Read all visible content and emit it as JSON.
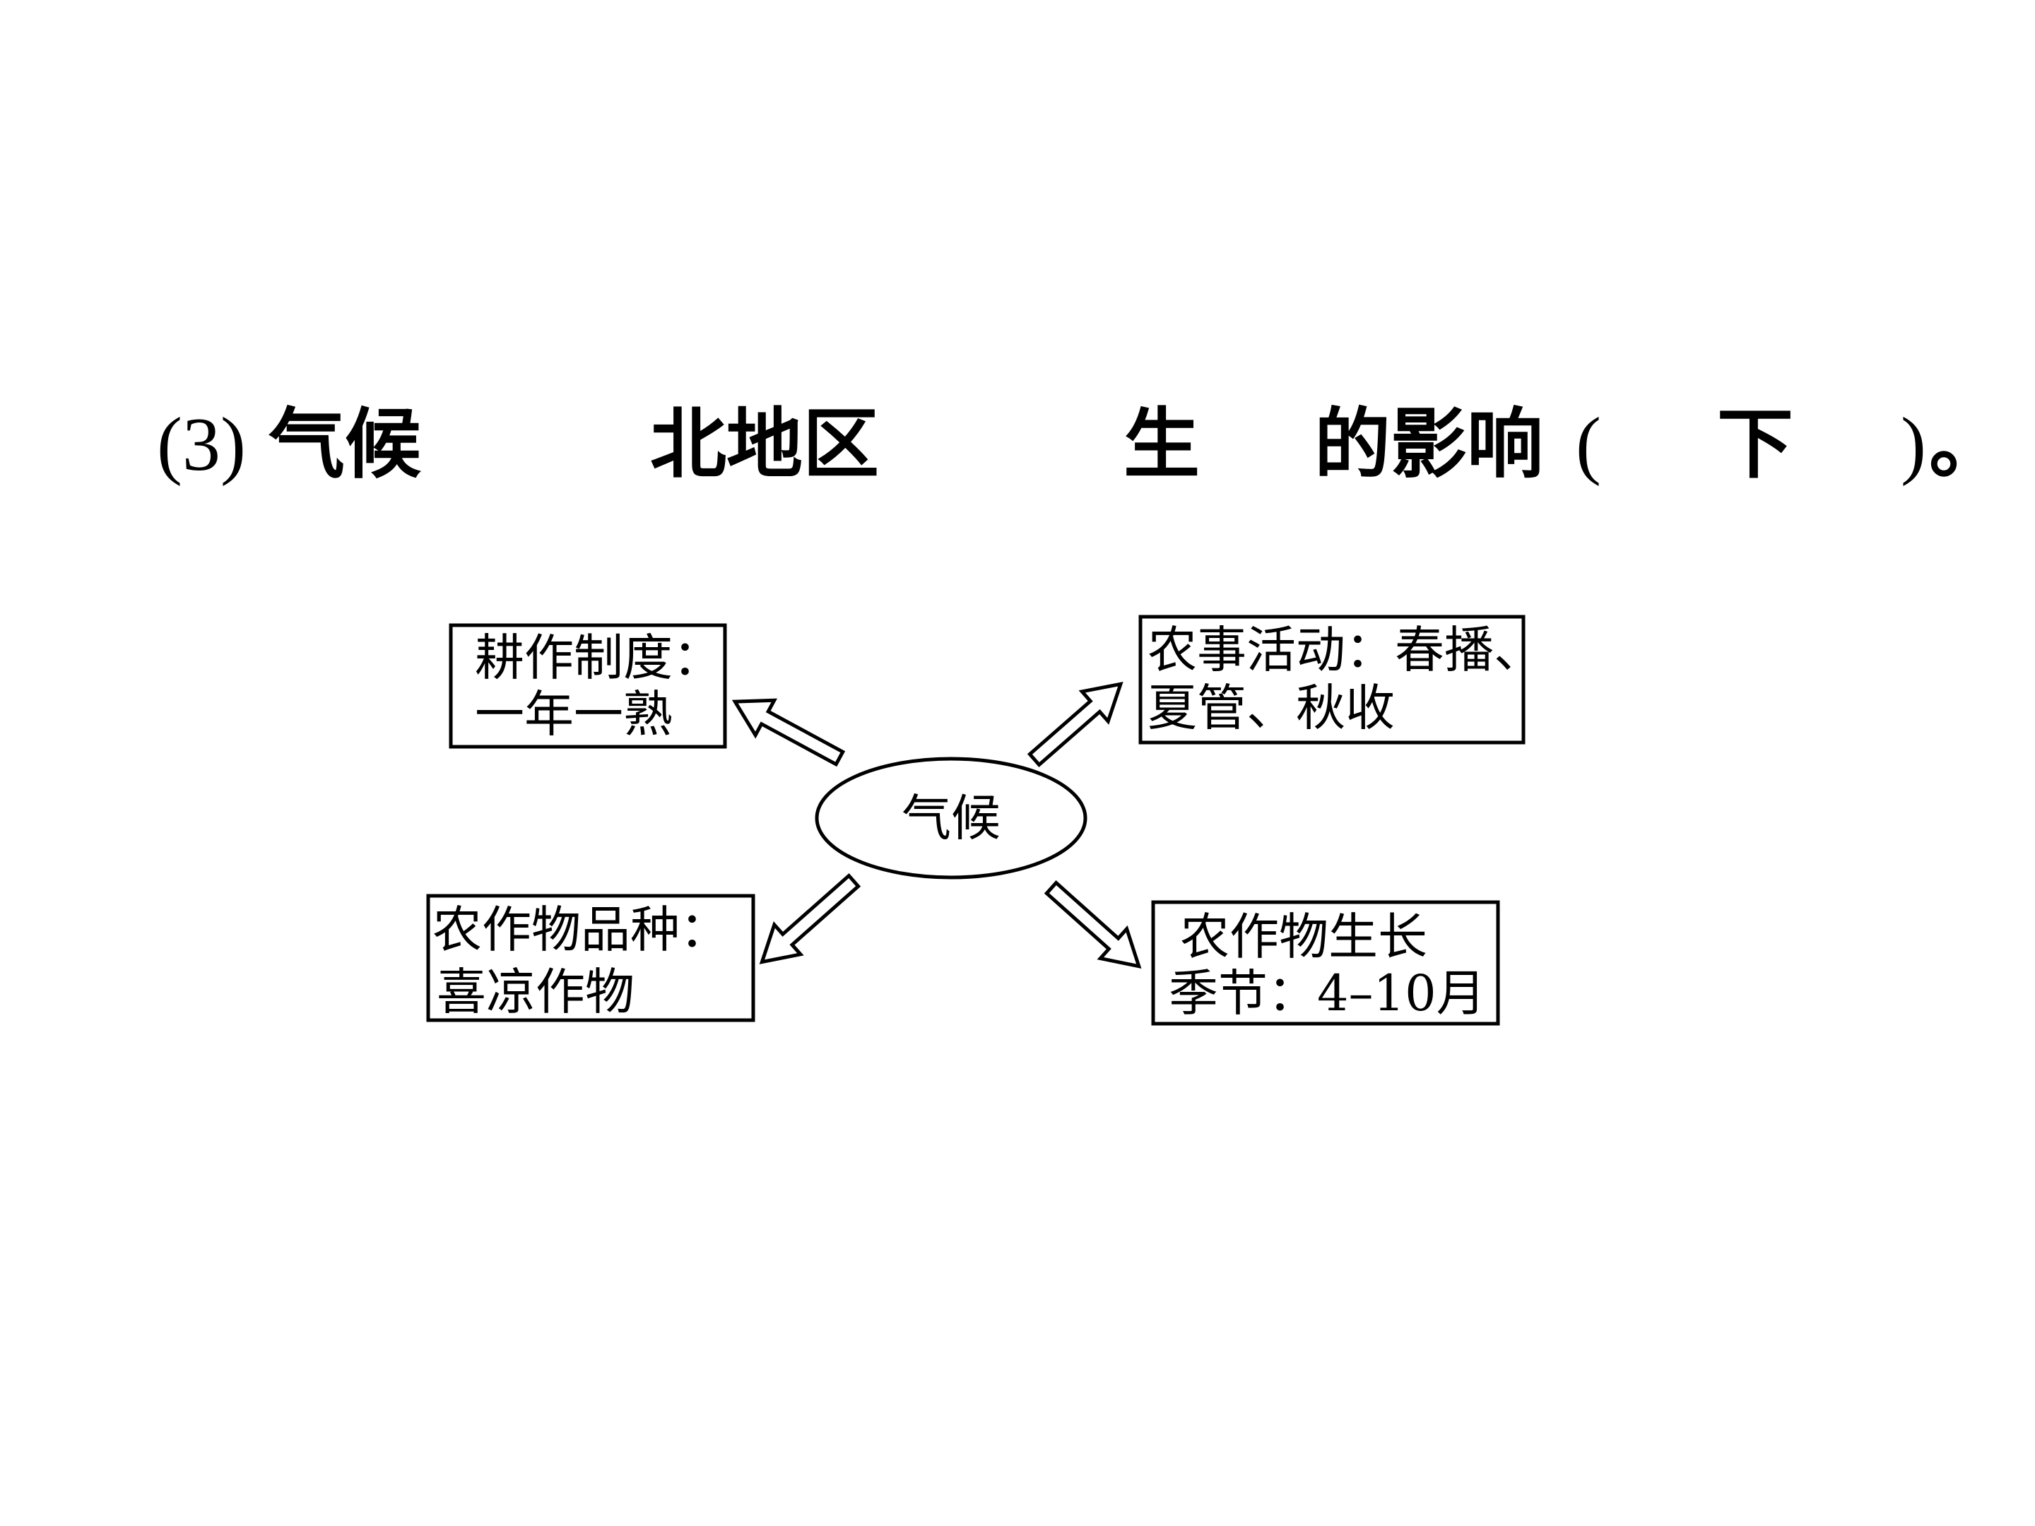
{
  "question": {
    "prefix": "(3)",
    "segment_1": "气候",
    "segment_2": "北地区",
    "segment_3": "生",
    "segment_4": "的影响",
    "paren_open": "(",
    "segment_5": "下",
    "paren_close": ")",
    "period": "。"
  },
  "diagram": {
    "center": "气候",
    "boxes": {
      "top_left": {
        "line1": "耕作制度：",
        "line2": "一年一熟"
      },
      "top_right": {
        "line1": "农事活动：春播、",
        "line2": "夏管、秋收"
      },
      "bottom_left": {
        "line1": "农作物品种：",
        "line2": "喜凉作物"
      },
      "bottom_right": {
        "line1": "农作物生长",
        "line2": "季节：4–10月"
      }
    }
  }
}
